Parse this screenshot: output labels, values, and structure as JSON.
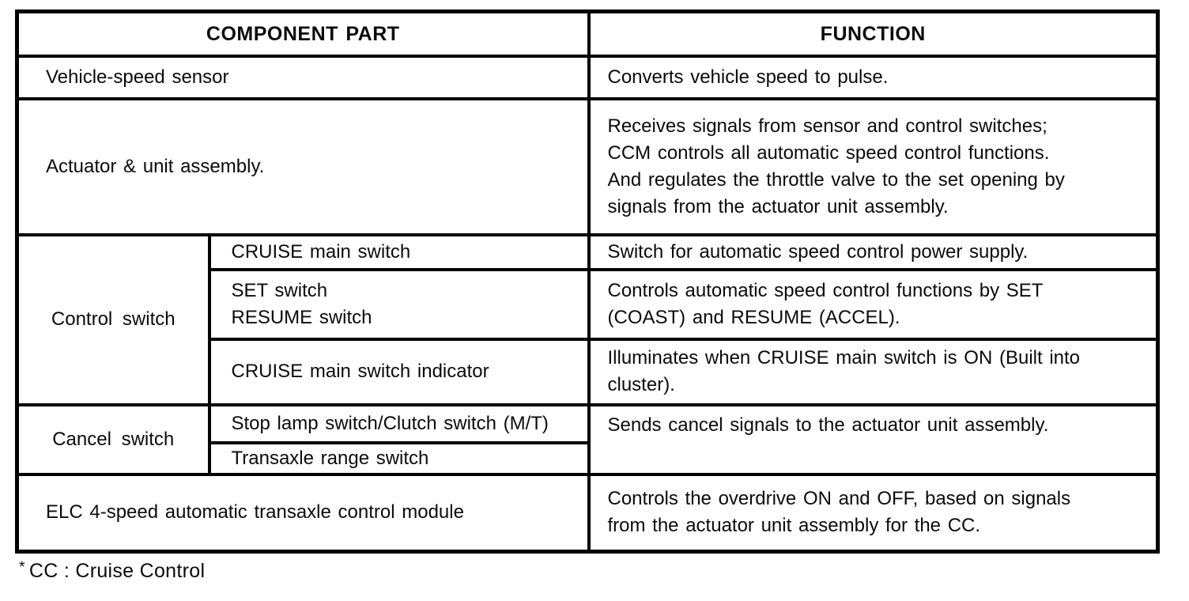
{
  "doc": {
    "headers": {
      "component": "COMPONENT PART",
      "function": "FUNCTION"
    },
    "rows": {
      "vehicle": {
        "part": "Vehicle-speed sensor",
        "func": "Converts vehicle speed to pulse."
      },
      "actuator": {
        "part": "Actuator & unit assembly.",
        "func": "Receives signals from sensor and control switches;\nCCM controls all automatic speed control functions.\nAnd regulates the throttle valve to the set opening by\nsignals from the actuator unit assembly."
      },
      "control": {
        "label": "Control switch",
        "items": [
          {
            "part": "CRUISE main switch",
            "func": "Switch for automatic speed control power supply."
          },
          {
            "part": "SET switch\nRESUME switch",
            "func": "Controls automatic speed control functions by SET\n(COAST) and RESUME (ACCEL)."
          },
          {
            "part": "CRUISE main switch indicator",
            "func": "Illuminates when CRUISE main switch is ON (Built into\ncluster)."
          }
        ]
      },
      "cancel": {
        "label": "Cancel switch",
        "items": [
          {
            "part": "Stop lamp switch/Clutch switch (M/T)"
          },
          {
            "part": "Transaxle range switch"
          }
        ],
        "func": "Sends cancel signals to the actuator unit assembly."
      },
      "elc": {
        "part": "ELC 4-speed automatic transaxle control module",
        "func": "Controls the overdrive ON and OFF, based on signals\nfrom the actuator unit assembly for the CC."
      }
    },
    "footnote": {
      "marker": "*",
      "text": "CC : Cruise Control"
    },
    "colors": {
      "ink": "#0b0b0b",
      "border": "#000000",
      "paper": "#ffffff"
    }
  }
}
